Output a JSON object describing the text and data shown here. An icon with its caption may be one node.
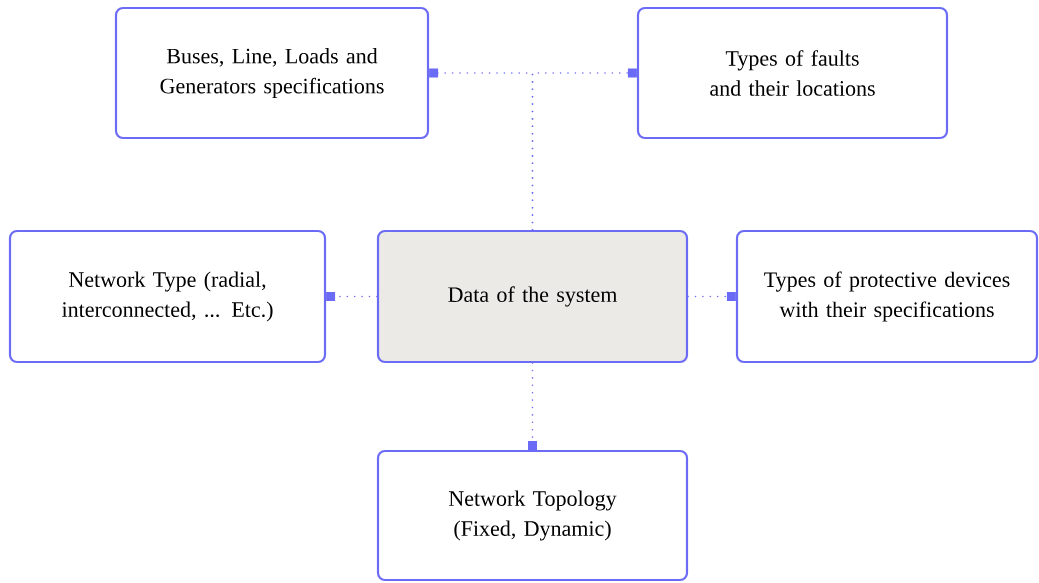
{
  "diagram": {
    "nodes": [
      {
        "text": [
          "Buses, Line, Loads and Generators specifications"
        ]
      },
      {
        "text": [
          "Types of faults and their locations"
        ]
      },
      {
        "text": [
          "Network Type (radial, interconnected, ... Etc.)"
        ]
      },
      {
        "text": [
          "Data of the system"
        ]
      },
      {
        "text": [
          "Types of protective devices with their specifications"
        ]
      },
      {
        "text": [
          "Network Topology (Fixed, Dynamic)"
        ]
      }
    ],
    "edges": [
      {
        "from": 3,
        "to": 0,
        "arrow": "other"
      },
      {
        "from": 3,
        "to": 1,
        "arrow": "other"
      },
      {
        "from": 3,
        "to": 2,
        "arrow": "other"
      },
      {
        "from": 3,
        "to": 4,
        "arrow": "other"
      },
      {
        "from": 3,
        "to": 5,
        "arrow": "other"
      }
    ]
  }
}
